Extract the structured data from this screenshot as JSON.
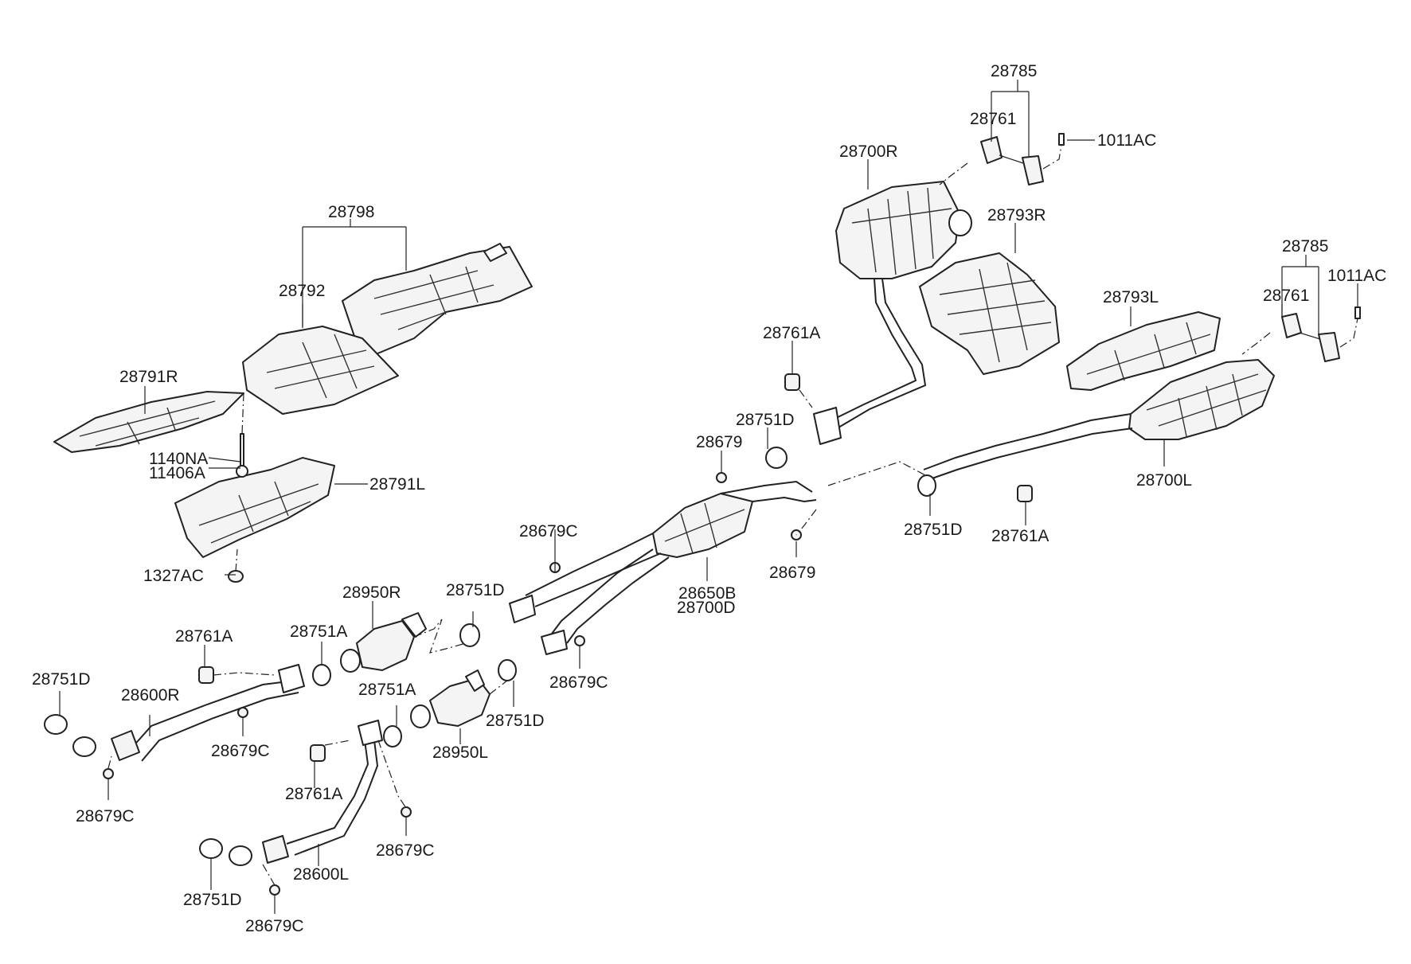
{
  "labels": {
    "l_28798": "28798",
    "l_28792": "28792",
    "l_28791R": "28791R",
    "l_1140NA": "1140NA",
    "l_11406A": "11406A",
    "l_28791L": "28791L",
    "l_1327AC": "1327AC",
    "l_28785_a": "28785",
    "l_28761_a": "28761",
    "l_1011AC_a": "1011AC",
    "l_28700R": "28700R",
    "l_28793R": "28793R",
    "l_28785_b": "28785",
    "l_1011AC_b": "1011AC",
    "l_28761_b": "28761",
    "l_28793L": "28793L",
    "l_28761A_a": "28761A",
    "l_28751D_a": "28751D",
    "l_28679_a": "28679",
    "l_28700L": "28700L",
    "l_28751D_b": "28751D",
    "l_28761A_b": "28761A",
    "l_28679C_a": "28679C",
    "l_28679_b": "28679",
    "l_28650B": "28650B",
    "l_28700D": "28700D",
    "l_28950R": "28950R",
    "l_28751D_c": "28751D",
    "l_28761A_c": "28761A",
    "l_28751A_a": "28751A",
    "l_28679C_b": "28679C",
    "l_28751D_d": "28751D",
    "l_28600R": "28600R",
    "l_28751A_b": "28751A",
    "l_28751D_e": "28751D",
    "l_28679C_c": "28679C",
    "l_28950L": "28950L",
    "l_28679C_d": "28679C",
    "l_28761A_d": "28761A",
    "l_28679C_e": "28679C",
    "l_28600L": "28600L",
    "l_28751D_f": "28751D",
    "l_28679C_f": "28679C"
  }
}
